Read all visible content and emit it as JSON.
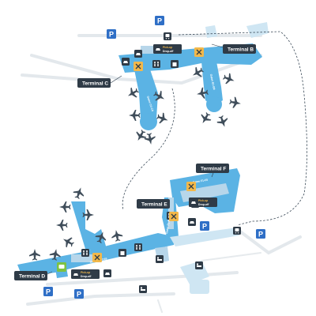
{
  "terminals": {
    "b": "Terminal B",
    "c": "Terminal C",
    "d": "Terminal D",
    "e": "Terminal E",
    "f": "Terminal F"
  },
  "concourse_labels": {
    "b_gates": "Gates B1-B9",
    "c_gates": "Gates C1-C9",
    "d_gates": "Gates D1-D39",
    "e_gates": "Gates E1-E12",
    "f_gates": "Gates F1-F8"
  },
  "pickup_dropoff": {
    "line1": "Pick-up",
    "line2": "Drop-off"
  },
  "parking_symbol": "P",
  "icon_names": [
    "parking-icon",
    "train-icon",
    "car-rental-icon",
    "taxi-icon",
    "dining-icon",
    "restroom-icon",
    "shuttle-bus-icon",
    "plane-icon",
    "shopping-icon",
    "hotel-icon",
    "moving-walkway-icon"
  ],
  "colors": {
    "terminal": "#5bb3e4",
    "building": "#b7d6ea",
    "label_bg": "#2f3b47",
    "parking": "#2f6fc6",
    "dining": "#f2b84a",
    "green_service": "#7cc242"
  }
}
